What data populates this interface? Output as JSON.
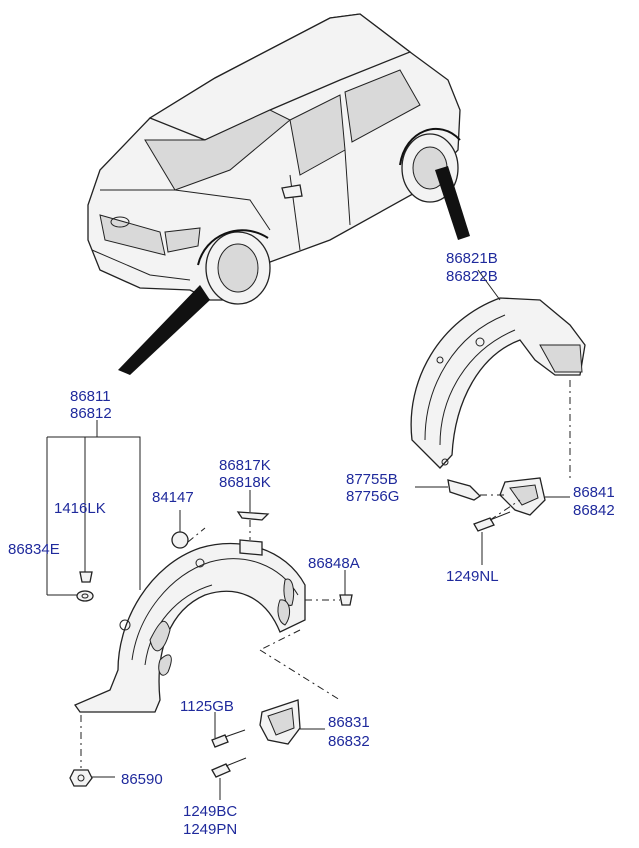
{
  "labels": {
    "rear_liner": [
      "86821B",
      "86822B"
    ],
    "front_liner": [
      "86811",
      "86812"
    ],
    "screw": "1416LK",
    "clip": "86834E",
    "plug": "84147",
    "bracket": [
      "86817K",
      "86818K"
    ],
    "rear_strip": [
      "87755B",
      "87756G"
    ],
    "rear_mudguard": [
      "86841",
      "86842"
    ],
    "rear_bolt": "1249NL",
    "front_clip": "86848A",
    "front_screw": "1125GB",
    "front_mudguard": [
      "86831",
      "86832"
    ],
    "nut": "86590",
    "bottom_bolts": [
      "1249BC",
      "1249PN"
    ]
  },
  "colors": {
    "label": "#1f2a9c",
    "line": "#222222"
  }
}
